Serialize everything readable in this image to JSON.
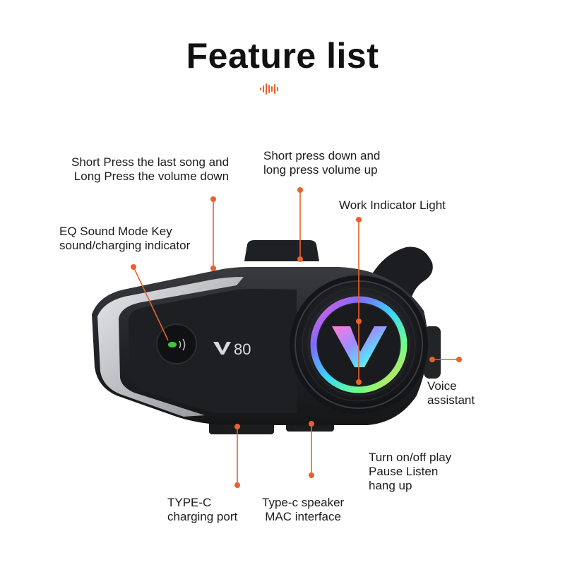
{
  "title": "Feature list",
  "accent_color": "#e8622c",
  "icons": {
    "decor": "sound-wave-icon",
    "logo": "v-logo-icon",
    "indicator": "sound-indicator-icon"
  },
  "device": {
    "model": "80"
  },
  "labels": {
    "short_press_last": [
      "Short Press the last song and",
      "Long Press the volume down"
    ],
    "short_press_down": [
      "Short press down and",
      "long press volume up"
    ],
    "work_indicator": [
      "Work Indicator Light"
    ],
    "eq_sound": [
      "EQ Sound Mode Key",
      "sound/charging indicator"
    ],
    "voice": [
      "Voice",
      "assistant"
    ],
    "turn_on": [
      "Turn on/off play",
      "Pause Listen",
      "hang up"
    ],
    "type_c_charging": [
      "TYPE-C",
      "charging port"
    ],
    "type_c_speaker": [
      "Type-c speaker",
      "MAC interface"
    ]
  }
}
